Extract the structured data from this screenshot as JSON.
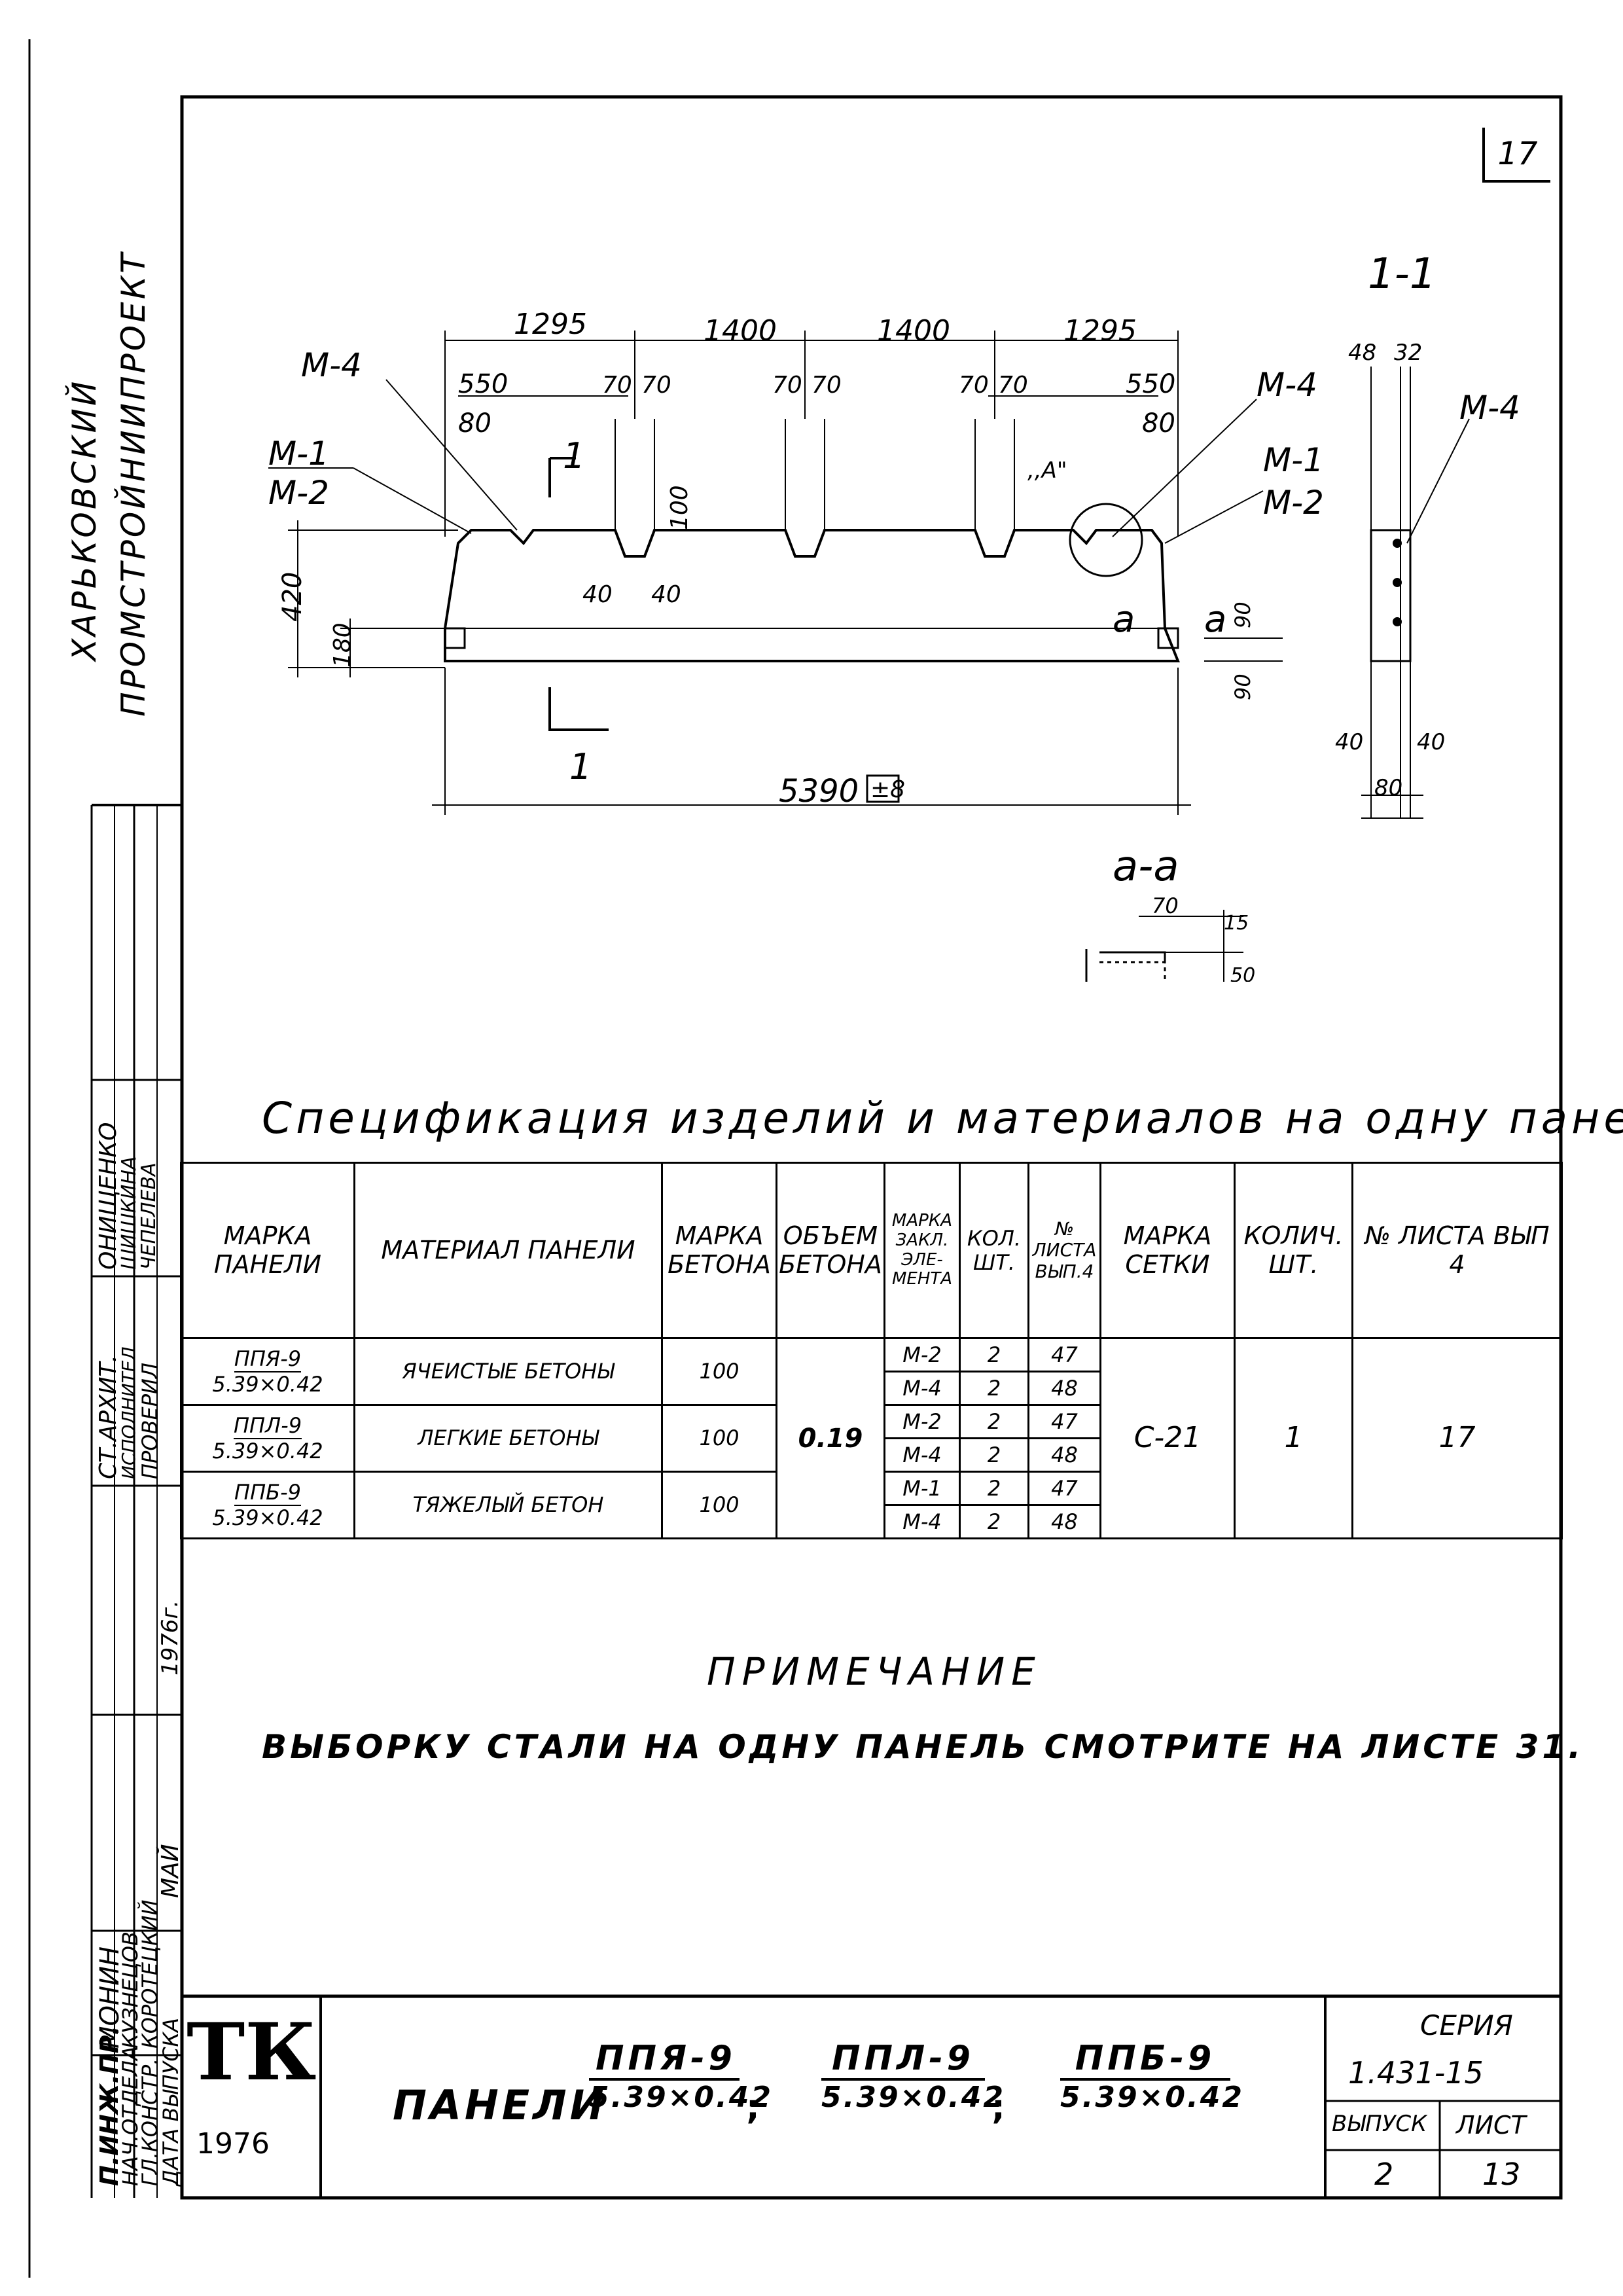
{
  "sheet_number": "17",
  "organization": {
    "line1": "ХАРЬКОВСКИЙ",
    "line2": "ПРОМСТРОЙНИИПРОЕКТ"
  },
  "drawing": {
    "view_label": "1-1",
    "section_label": "а-а",
    "detail_label": ",,А\"",
    "cut_label": "1",
    "dims_top": [
      "1295",
      "1400",
      "1400",
      "1295"
    ],
    "dim_550": "550",
    "dim_80": "80",
    "dim_70": "70",
    "dim_100": "100",
    "dim_40": "40",
    "dim_420": "420",
    "dim_180": "180",
    "dim_90": "90",
    "dim_length": "5390",
    "tolerance": "±8",
    "section_dims": [
      "48",
      "32",
      "40",
      "40",
      "80"
    ],
    "aa_dims": [
      "70",
      "15",
      "50",
      "15"
    ],
    "marks": {
      "m4": "М-4",
      "m1": "М-1",
      "m2": "М-2",
      "a": "а"
    }
  },
  "spec": {
    "heading": "Спецификация изделий и материалов на одну панель",
    "headers": [
      "МАРКА ПАНЕЛИ",
      "МАТЕРИАЛ ПАНЕЛИ",
      "МАРКА БЕТОНА",
      "ОБЪЕМ БЕТОНА",
      "МАРКА ЗАКЛ. ЭЛЕ-МЕНТА",
      "КОЛ. ШТ.",
      "№ ЛИСТА ВЫП.4",
      "МАРКА СЕТКИ",
      "КОЛИЧ. ШТ.",
      "№ ЛИСТА ВЫП 4"
    ],
    "panels": [
      {
        "mark": "ППЯ-9",
        "size": "5.39×0.42",
        "material": "ЯЧЕИСТЫЕ БЕТОНЫ",
        "concrete": "100"
      },
      {
        "mark": "ППЛ-9",
        "size": "5.39×0.42",
        "material": "ЛЕГКИЕ БЕТОНЫ",
        "concrete": "100"
      },
      {
        "mark": "ППБ-9",
        "size": "5.39×0.42",
        "material": "ТЯЖЕЛЫЙ БЕТОН",
        "concrete": "100"
      }
    ],
    "volume": "0.19",
    "embeds": [
      {
        "mark": "М-2",
        "qty": "2",
        "sheet": "47"
      },
      {
        "mark": "М-4",
        "qty": "2",
        "sheet": "48"
      },
      {
        "mark": "М-2",
        "qty": "2",
        "sheet": "47"
      },
      {
        "mark": "М-4",
        "qty": "2",
        "sheet": "48"
      },
      {
        "mark": "М-1",
        "qty": "2",
        "sheet": "47"
      },
      {
        "mark": "М-4",
        "qty": "2",
        "sheet": "48"
      }
    ],
    "mesh_mark": "С-21",
    "mesh_qty": "1",
    "mesh_sheet": "17"
  },
  "note": {
    "title": "ПРИМЕЧАНИЕ",
    "text": "ВЫБОРКУ СТАЛИ НА ОДНУ ПАНЕЛЬ СМОТРИТЕ НА ЛИСТЕ 31."
  },
  "stamp": {
    "roles": [
      "П.ИНЖ.ПР.",
      "НАЧ.ОТДЕЛА",
      "ГЛ.КОНСТР.",
      "ДАТА ВЫПУСКА"
    ],
    "names": [
      "МОНИН",
      "КУЗНЕЦОВ",
      "КОРОТЕЦКИЙ",
      "МАЙ"
    ],
    "roles2": [
      "СТ.АРХИТ.",
      "ИСПОЛНИТЕЛ",
      "ПРОВЕРИЛ"
    ],
    "names2": [
      "ОНИЩЕНКО",
      "ШИШКИНА",
      "ЧЕПЕЛЕВА"
    ],
    "year_handwritten": "1976г.",
    "logo": "ТК",
    "year": "1976",
    "title_prefix": "ПАНЕЛИ",
    "titles": [
      {
        "mark": "ППЯ-9",
        "size": "5.39×0.42"
      },
      {
        "mark": "ППЛ-9",
        "size": "5.39×0.42"
      },
      {
        "mark": "ППБ-9",
        "size": "5.39×0.42"
      }
    ],
    "series_label": "СЕРИЯ",
    "series": "1.431-15",
    "issue_label": "ВЫПУСК",
    "issue": "2",
    "sheet_label": "ЛИСТ",
    "sheet": "13"
  }
}
